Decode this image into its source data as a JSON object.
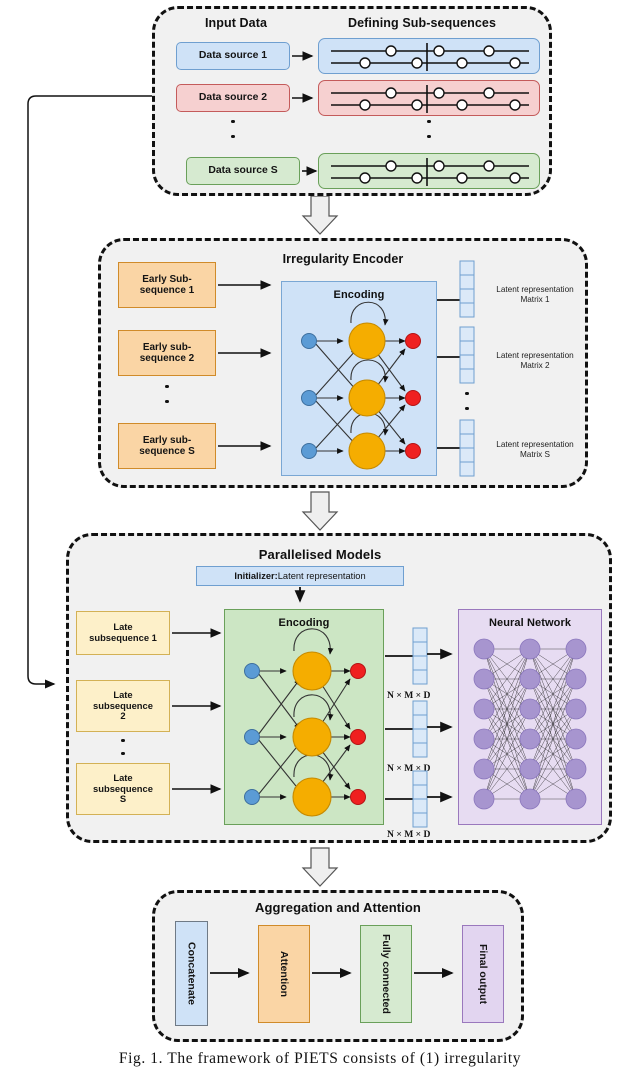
{
  "figure": {
    "caption": "Fig. 1. The framework of PIETS consists of (1) irregularity"
  },
  "sections": {
    "input": {
      "heading_left": "Input Data",
      "heading_right": "Defining Sub-sequences",
      "sources": [
        {
          "label": "Data source 1",
          "color": "#cfe2f7"
        },
        {
          "label": "Data source 2",
          "color": "#f6d0d0"
        },
        {
          "label": "Data source S",
          "color": "#d6ead0"
        }
      ],
      "vertical_ellipsis": "⋮"
    },
    "encoder": {
      "title": "Irregularity Encoder",
      "encoding_label": "Encoding",
      "inputs": [
        "Early Sub-\nsequence 1",
        "Early sub-\nsequence 2",
        "Early sub-\nsequence S"
      ],
      "input_lines": [
        [
          "Early Sub-",
          "sequence 1"
        ],
        [
          "Early sub-",
          "sequence 2"
        ],
        [
          "Early sub-",
          "sequence S"
        ]
      ],
      "outputs": [
        [
          "Latent representation",
          "Matrix  1"
        ],
        [
          "Latent representation",
          "Matrix 2"
        ],
        [
          "Latent representation",
          "Matrix S"
        ]
      ],
      "vector_cells": 4
    },
    "parallelised": {
      "title": "Parallelised Models",
      "initializer_bold": "Initializer:",
      "initializer_rest": " Latent representation",
      "encoding_label": "Encoding",
      "nn_title": "Neural Network",
      "inputs": [
        [
          "Late",
          "subsequence 1"
        ],
        [
          "Late",
          "subsequence",
          "2"
        ],
        [
          "Late",
          "subsequence",
          "S"
        ]
      ],
      "tensor_labels": [
        "N × M × D",
        "N × M × D",
        "N × M × D"
      ],
      "vector_cells": 4,
      "nn_layers": 3,
      "nn_nodes_per_layer": 6
    },
    "aggregation": {
      "title": "Aggregation and Attention",
      "steps": [
        {
          "label": "Concatenate",
          "color": "#cfe2f7"
        },
        {
          "label": "Attention",
          "color": "#fad5a5"
        },
        {
          "label": "Fully\nconnected",
          "color": "#d6ead0"
        },
        {
          "label": "Final output",
          "color": "#e2d5f0"
        }
      ],
      "step_labels": [
        "Concatenate",
        "Attention",
        "Fully connected",
        "Final output"
      ]
    }
  },
  "colors": {
    "panel_bg": "#f1f1f1",
    "panel_border": "#111111",
    "blue": "#cfe2f7",
    "red": "#f6d0d0",
    "green": "#d6ead0",
    "orange": "#fad5a5",
    "yellow": "#fdf0c9",
    "purple": "#e2d5f0",
    "node_hidden": "#f5ad00",
    "node_input": "#5b9bd5",
    "node_output": "#ef2020",
    "nn_node": "#a795cf",
    "encoder_panel": "#cfe2f7",
    "encoding_panel_green": "#cce6c4",
    "nn_panel": "#e7dcf2"
  }
}
